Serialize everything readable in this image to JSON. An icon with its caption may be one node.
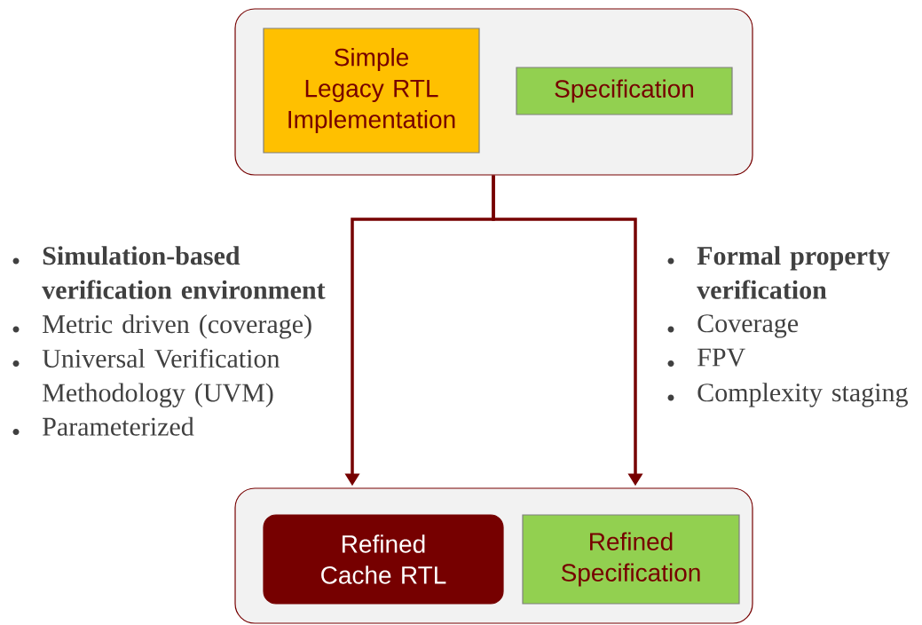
{
  "diagram": {
    "nodes": [
      {
        "text": [],
        "shape": "box"
      },
      {
        "text": [
          "Simple Legacy RTL Implementation"
        ],
        "in": 0
      },
      {
        "text": [
          "Specification"
        ],
        "in": 0
      },
      {
        "text": [],
        "shape": "box"
      },
      {
        "text": [
          "Refined Cache RTL"
        ],
        "in": 3
      },
      {
        "text": [
          "Refined Specification"
        ],
        "in": 3
      }
    ],
    "edges": [
      {
        "from": 0,
        "to": 3,
        "arrow": "to"
      },
      {
        "from": 0,
        "to": 3,
        "arrow": "to"
      }
    ],
    "labels": [
      "Simulation-based verification environment",
      "Metric driven (coverage)",
      "Universal Verification Methodology (UVM)",
      "Parameterized",
      "Formal property verification",
      "Coverage",
      "FPV",
      "Complexity staging"
    ]
  }
}
